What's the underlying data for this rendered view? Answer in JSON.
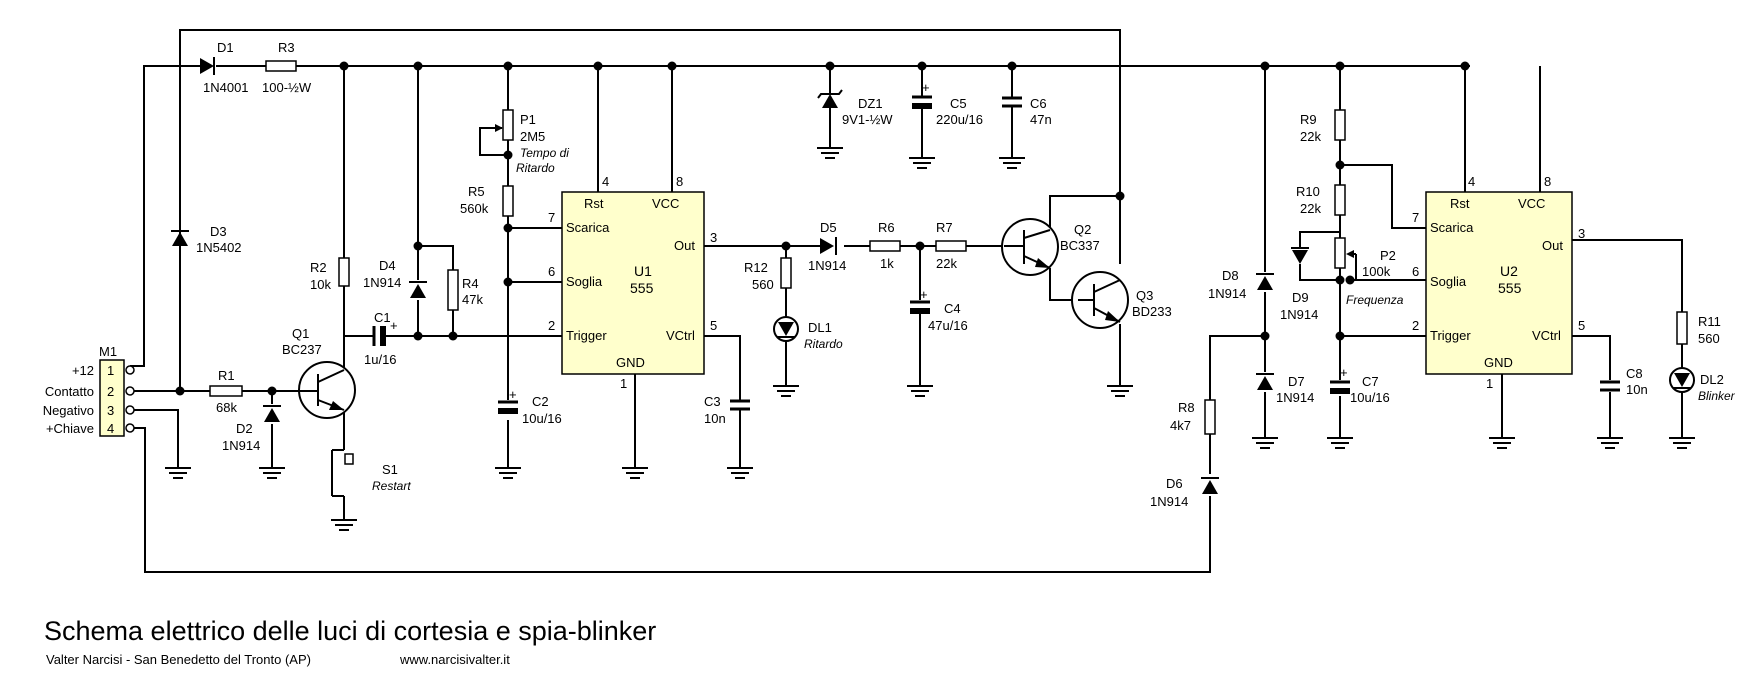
{
  "footer": {
    "title": "Schema elettrico delle luci di cortesia e spia-blinker",
    "author": "Valter Narcisi - San Benedetto del Tronto (AP)",
    "website": "www.narcisivalter.it"
  },
  "connector": {
    "name": "M1",
    "pins": [
      {
        "num": "1",
        "label": "+12"
      },
      {
        "num": "2",
        "label": "Contatto"
      },
      {
        "num": "3",
        "label": "Negativo"
      },
      {
        "num": "4",
        "label": "+Chiave"
      }
    ]
  },
  "components": {
    "d1": {
      "ref": "D1",
      "value": "1N4001"
    },
    "r3": {
      "ref": "R3",
      "value": "100-½W"
    },
    "d3": {
      "ref": "D3",
      "value": "1N5402"
    },
    "r1": {
      "ref": "R1",
      "value": "68k"
    },
    "d2": {
      "ref": "D2",
      "value": "1N914"
    },
    "q1": {
      "ref": "Q1",
      "value": "BC237"
    },
    "r2": {
      "ref": "R2",
      "value": "10k"
    },
    "s1": {
      "ref": "S1",
      "note": "Restart"
    },
    "c1": {
      "ref": "C1",
      "value": "1u/16"
    },
    "d4": {
      "ref": "D4",
      "value": "1N914"
    },
    "r4": {
      "ref": "R4",
      "value": "47k"
    },
    "p1": {
      "ref": "P1",
      "value": "2M5",
      "note1": "Tempo di",
      "note2": "Ritardo"
    },
    "r5": {
      "ref": "R5",
      "value": "560k"
    },
    "c2": {
      "ref": "C2",
      "value": "10u/16"
    },
    "c3": {
      "ref": "C3",
      "value": "10n"
    },
    "r12": {
      "ref": "R12",
      "value": "560"
    },
    "dl1": {
      "ref": "DL1",
      "note": "Ritardo"
    },
    "d5": {
      "ref": "D5",
      "value": "1N914"
    },
    "r6": {
      "ref": "R6",
      "value": "1k"
    },
    "r7": {
      "ref": "R7",
      "value": "22k"
    },
    "c4": {
      "ref": "C4",
      "value": "47u/16"
    },
    "q2": {
      "ref": "Q2",
      "value": "BC337"
    },
    "q3": {
      "ref": "Q3",
      "value": "BD233"
    },
    "dz1": {
      "ref": "DZ1",
      "value": "9V1-½W"
    },
    "c5": {
      "ref": "C5",
      "value": "220u/16"
    },
    "c6": {
      "ref": "C6",
      "value": "47n"
    },
    "r9": {
      "ref": "R9",
      "value": "22k"
    },
    "r10": {
      "ref": "R10",
      "value": "22k"
    },
    "p2": {
      "ref": "P2",
      "value": "100k",
      "note": "Frequenza"
    },
    "d9": {
      "ref": "D9",
      "value": "1N914"
    },
    "d8": {
      "ref": "D8",
      "value": "1N914"
    },
    "d7": {
      "ref": "D7",
      "value": "1N914"
    },
    "c7": {
      "ref": "C7",
      "value": "10u/16"
    },
    "r8": {
      "ref": "R8",
      "value": "4k7"
    },
    "d6": {
      "ref": "D6",
      "value": "1N914"
    },
    "c8": {
      "ref": "C8",
      "value": "10n"
    },
    "r11": {
      "ref": "R11",
      "value": "560"
    },
    "dl2": {
      "ref": "DL2",
      "note": "Blinker"
    }
  },
  "u1": {
    "ref": "U1",
    "type": "555",
    "pins": {
      "rst": "Rst",
      "vcc": "VCC",
      "scarica": "Scarica",
      "soglia": "Soglia",
      "trigger": "Trigger",
      "out": "Out",
      "vctrl": "VCtrl",
      "gnd": "GND"
    },
    "pin_numbers": {
      "rst": "4",
      "vcc": "8",
      "scarica": "7",
      "soglia": "6",
      "trigger": "2",
      "out": "3",
      "vctrl": "5",
      "gnd": "1"
    }
  },
  "u2": {
    "ref": "U2",
    "type": "555",
    "pins": {
      "rst": "Rst",
      "vcc": "VCC",
      "scarica": "Scarica",
      "soglia": "Soglia",
      "trigger": "Trigger",
      "out": "Out",
      "vctrl": "VCtrl",
      "gnd": "GND"
    },
    "pin_numbers": {
      "rst": "4",
      "vcc": "8",
      "scarica": "7",
      "soglia": "6",
      "trigger": "2",
      "out": "3",
      "vctrl": "5",
      "gnd": "1"
    }
  },
  "colors": {
    "ic_fill": "#ffffcc",
    "wire": "#000000"
  }
}
